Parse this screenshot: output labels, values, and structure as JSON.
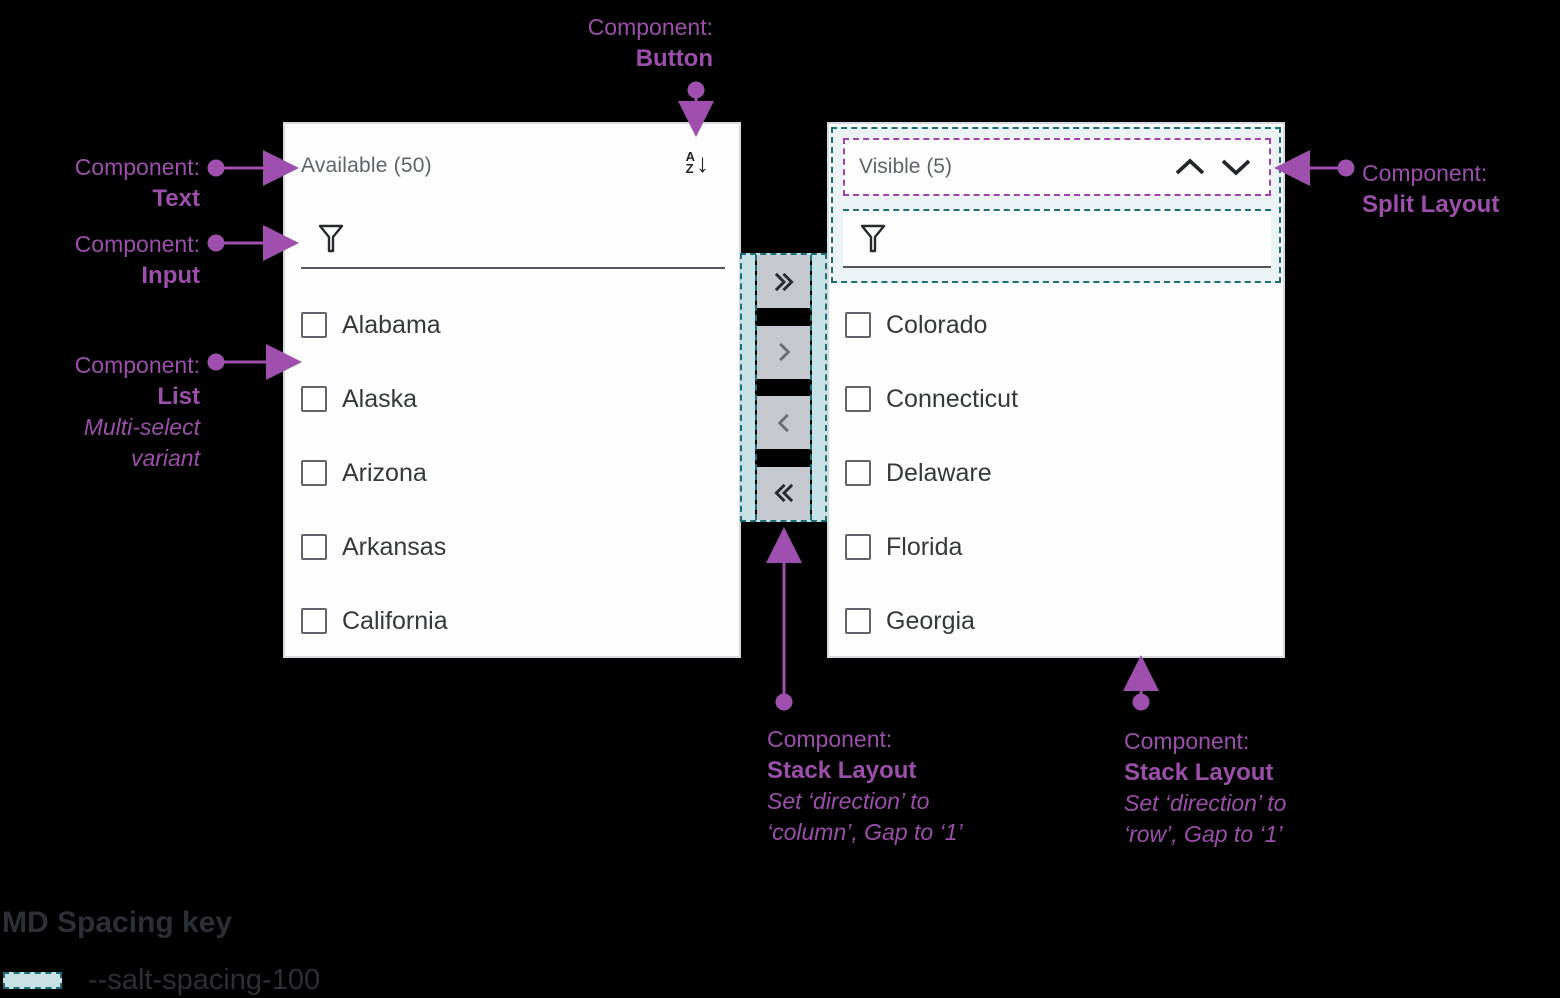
{
  "colors": {
    "background": "#000000",
    "panel_bg": "#fdfdfd",
    "panel_border": "#d7dade",
    "annotation_purple": "#9c4eab",
    "split_dash_purple": "#a33fae",
    "spacing_teal_dash": "#1c6f79",
    "spacing_teal_fill": "#c8e1e4",
    "spacing_teal_fill_light": "#ebf3f4",
    "title_gray": "#5f646c",
    "item_text": "#35383d",
    "icon_dark": "#26292e",
    "icon_disabled": "#6a6e74",
    "button_gray": "#c5c9cf"
  },
  "left_panel": {
    "title": "Available (50)",
    "items": [
      "Alabama",
      "Alaska",
      "Arizona",
      "Arkansas",
      "California"
    ]
  },
  "right_panel": {
    "title": "Visible (5)",
    "items": [
      "Colorado",
      "Connecticut",
      "Delaware",
      "Florida",
      "Georgia"
    ]
  },
  "icons": {
    "sort_a": "A",
    "sort_z": "Z",
    "sort_arrow": "↓",
    "filter": "funnel-icon",
    "transfer_buttons": [
      "double-chevron-right",
      "chevron-right",
      "chevron-left",
      "double-chevron-left"
    ],
    "reorder_buttons": [
      "chevron-up",
      "chevron-down"
    ]
  },
  "annotations": {
    "text": {
      "prefix": "Component:",
      "name": "Text"
    },
    "input": {
      "prefix": "Component:",
      "name": "Input"
    },
    "list": {
      "prefix": "Component:",
      "name": "List",
      "variant_line1": "Multi-select",
      "variant_line2": "variant"
    },
    "button": {
      "prefix": "Component:",
      "name": "Button"
    },
    "split_layout": {
      "prefix": "Component:",
      "name": "Split Layout"
    },
    "stack_layout_column": {
      "prefix": "Component:",
      "name": "Stack Layout",
      "note_line1": "Set ‘direction’ to",
      "note_line2": "‘column’, Gap to ‘1’"
    },
    "stack_layout_row": {
      "prefix": "Component:",
      "name": "Stack Layout",
      "note_line1": "Set ‘direction’ to",
      "note_line2": "‘row’, Gap to ‘1’"
    }
  },
  "spacing_key": {
    "title": "MD Spacing key",
    "token_label": "--salt-spacing-100"
  }
}
